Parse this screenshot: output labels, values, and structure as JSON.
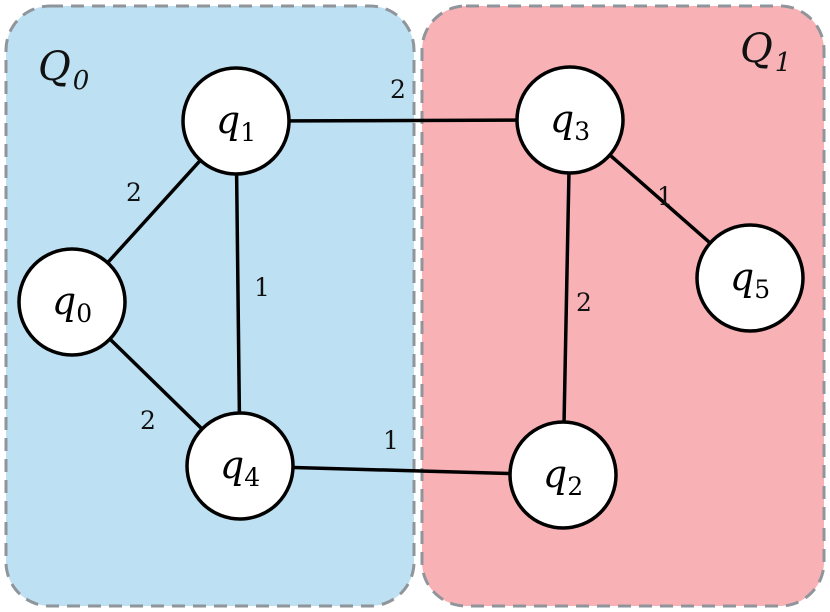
{
  "colors": {
    "region_q0_fill": "#bde0f2",
    "region_q1_fill": "#f8b2b6",
    "region_border": "#8f959a",
    "edge": "#000000",
    "node_fill": "#ffffff",
    "node_stroke": "#000000"
  },
  "regions": [
    {
      "id": "Q0",
      "base": "Q",
      "sub": "0"
    },
    {
      "id": "Q1",
      "base": "Q",
      "sub": "1"
    }
  ],
  "nodes": [
    {
      "id": "q0",
      "base": "q",
      "sub": "0"
    },
    {
      "id": "q1",
      "base": "q",
      "sub": "1"
    },
    {
      "id": "q2",
      "base": "q",
      "sub": "2"
    },
    {
      "id": "q3",
      "base": "q",
      "sub": "3"
    },
    {
      "id": "q4",
      "base": "q",
      "sub": "4"
    },
    {
      "id": "q5",
      "base": "q",
      "sub": "5"
    }
  ],
  "edges": [
    {
      "from": "q0",
      "to": "q1",
      "weight": "2"
    },
    {
      "from": "q0",
      "to": "q4",
      "weight": "2"
    },
    {
      "from": "q1",
      "to": "q4",
      "weight": "1"
    },
    {
      "from": "q1",
      "to": "q3",
      "weight": "2"
    },
    {
      "from": "q4",
      "to": "q2",
      "weight": "1"
    },
    {
      "from": "q3",
      "to": "q2",
      "weight": "2"
    },
    {
      "from": "q3",
      "to": "q5",
      "weight": "1"
    }
  ]
}
